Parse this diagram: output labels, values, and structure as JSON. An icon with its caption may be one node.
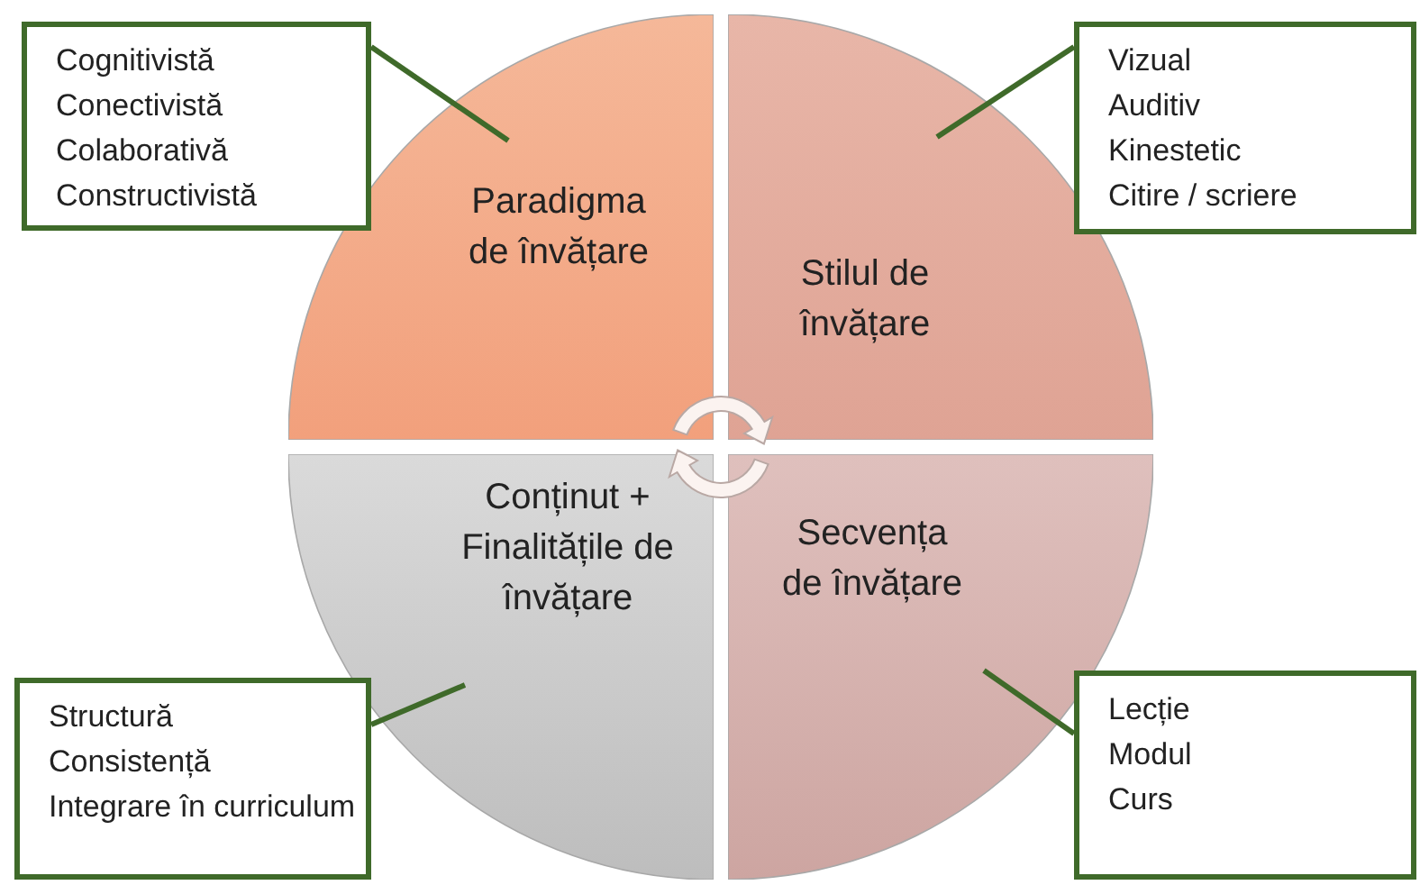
{
  "diagram": {
    "nodes": [
      {
        "text": [
          "Cognitivistă",
          "Conectivistă",
          "Colaborativă",
          "Constructivistă"
        ]
      },
      {
        "text": [
          "Paradigma de învățare"
        ]
      },
      {
        "text": [
          "Stilul de învățare"
        ]
      },
      {
        "text": [
          "Vizual",
          "Auditiv",
          "Kinestetic",
          "Citire / scriere"
        ]
      },
      {
        "text": [
          "Conținut + Finalitățile de învățare"
        ]
      },
      {
        "text": [
          "Secvența de învățare"
        ]
      },
      {
        "text": [
          "Structură",
          "Consistență",
          "Integrare în curriculum"
        ]
      },
      {
        "text": [
          "Lecție",
          "Modul",
          "Curs"
        ]
      }
    ],
    "edges": [
      {
        "from": 0,
        "to": 1,
        "arrow": "none"
      },
      {
        "from": 3,
        "to": 2,
        "arrow": "none"
      },
      {
        "from": 6,
        "to": 4,
        "arrow": "none"
      },
      {
        "from": 7,
        "to": 5,
        "arrow": "none"
      }
    ]
  }
}
